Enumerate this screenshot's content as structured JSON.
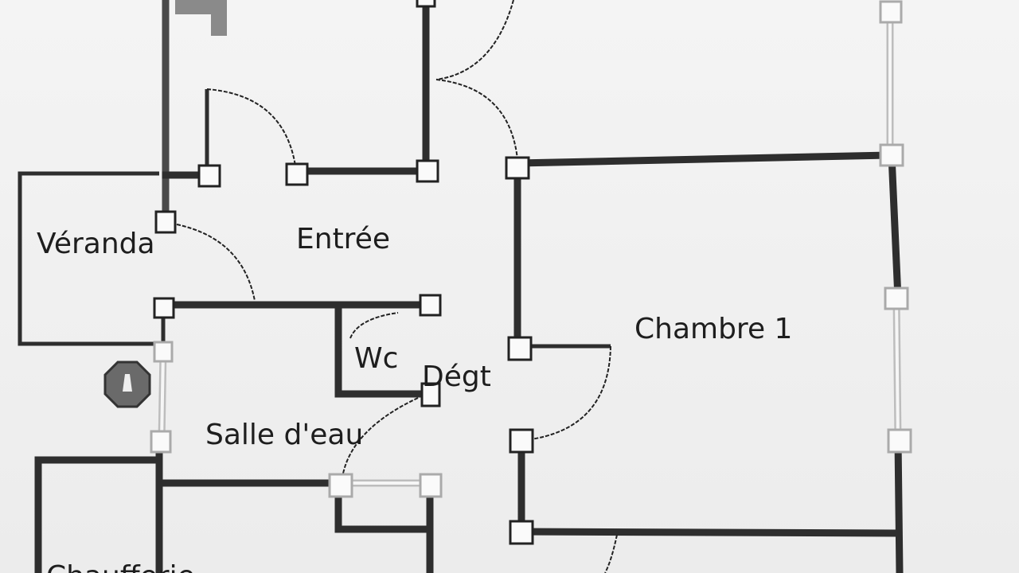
{
  "plan": {
    "rooms": {
      "veranda": "Véranda",
      "entree": "Entrée",
      "chambre1": "Chambre 1",
      "wc": "Wc",
      "degt": "Dégt",
      "salle_eau": "Salle d'eau",
      "chaufferie": "Chaufferie"
    },
    "info_icon": "info-icon",
    "colors": {
      "wall": "#2e2e2e",
      "window": "#bdbdbd",
      "background": "#f0f0f0"
    }
  }
}
